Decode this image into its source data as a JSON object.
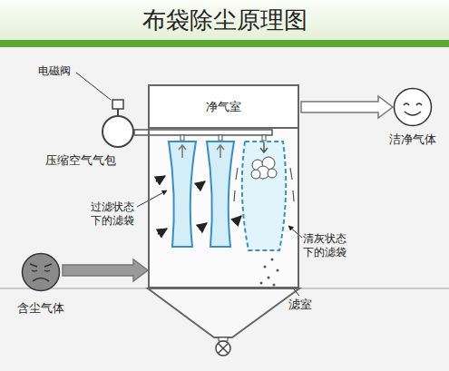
{
  "diagram": {
    "title": "布袋除尘原理图",
    "nodes": [
      {
        "text": [
          "滤室"
        ]
      },
      {
        "text": [
          "净气室"
        ],
        "in": 0
      },
      {
        "text": [
          "压缩空气气包"
        ]
      },
      {
        "text": [
          "洁净气体"
        ]
      },
      {
        "text": [
          "含尘气体"
        ]
      }
    ],
    "edges": [
      {
        "from": 4,
        "to": 0,
        "arrow": "to"
      },
      {
        "from": 1,
        "to": 3,
        "arrow": "to"
      }
    ],
    "labels": [
      "电磁阀",
      "过滤状态下的滤袋",
      "清灰状态下的滤袋"
    ]
  }
}
